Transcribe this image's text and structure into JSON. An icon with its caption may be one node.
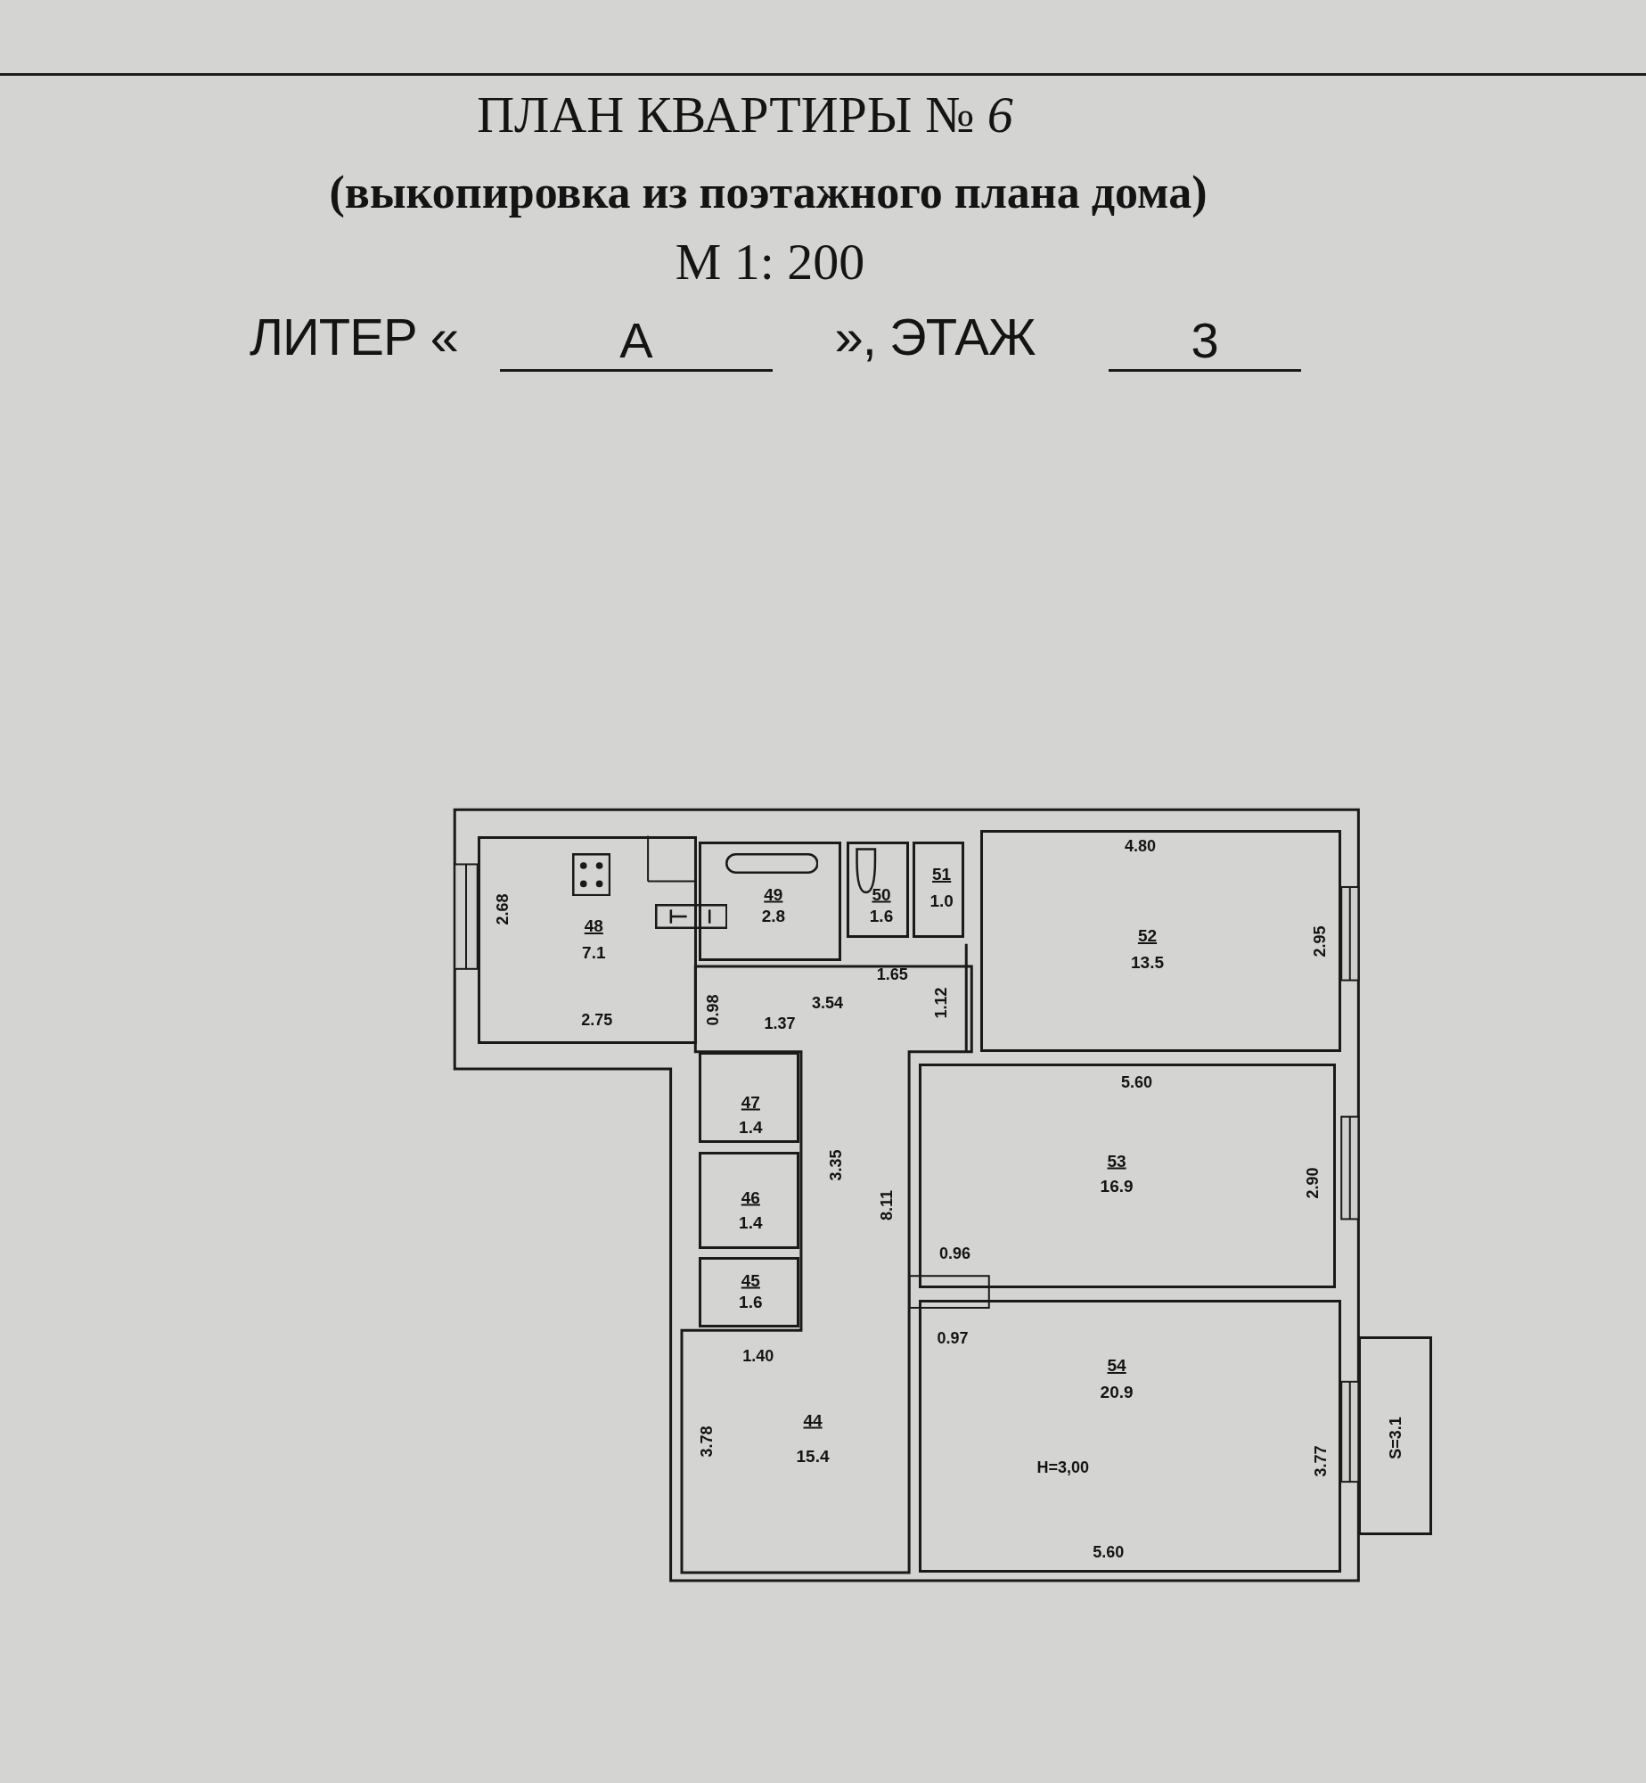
{
  "diagram": {
    "title": "ПЛАН КВАРТИРЫ № *6*",
    "nodes": [
      {
        "text": [
          "48",
          "7.1"
        ]
      },
      {
        "text": [
          "49",
          "2.8"
        ]
      },
      {
        "text": [
          "50",
          "1.6"
        ]
      },
      {
        "text": [
          "51",
          "1.0"
        ]
      },
      {
        "text": [
          "52",
          "13.5"
        ]
      },
      {
        "text": [
          "44",
          "15.4"
        ]
      },
      {
        "text": [
          "47",
          "1.4"
        ]
      },
      {
        "text": [
          "53",
          "16.9"
        ]
      },
      {
        "text": [
          "46",
          "1.4"
        ]
      },
      {
        "text": [
          "45",
          "1.6"
        ]
      },
      {
        "text": [
          "54",
          "20.9"
        ]
      },
      {
        "text": [
          "S=3.1"
        ]
      }
    ],
    "labels": [
      "(выкопировка из поэтажного плана дома)",
      "М 1: 200",
      "ЛИТЕР «",
      "А",
      "», ЭТАЖ",
      "3",
      "4.80",
      "2.68",
      "2.95",
      "1.65",
      "3.54",
      "0.98",
      "1.12",
      "2.75",
      "1.37",
      "5.60",
      "3.35",
      "2.90",
      "8.11",
      "0.96",
      "0.97",
      "1.40",
      "3.78",
      "3.77",
      "H=3,00",
      "5.60"
    ]
  }
}
